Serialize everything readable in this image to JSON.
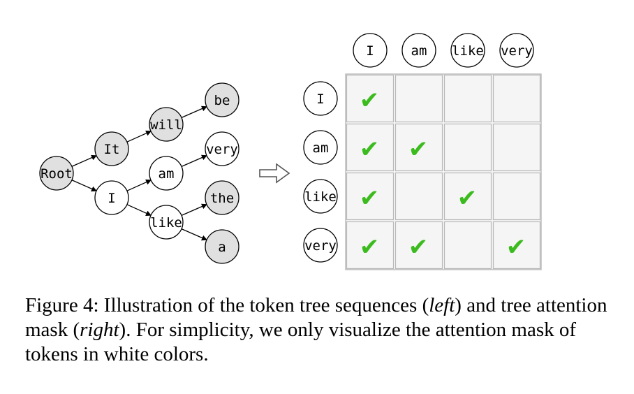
{
  "tree": {
    "nodes": [
      {
        "id": "root",
        "label": "Root",
        "gray": true
      },
      {
        "id": "it",
        "label": "It",
        "gray": true
      },
      {
        "id": "i",
        "label": "I",
        "gray": false
      },
      {
        "id": "will",
        "label": "will",
        "gray": true
      },
      {
        "id": "am",
        "label": "am",
        "gray": false
      },
      {
        "id": "like",
        "label": "like",
        "gray": false
      },
      {
        "id": "be",
        "label": "be",
        "gray": true
      },
      {
        "id": "very",
        "label": "very",
        "gray": false
      },
      {
        "id": "the",
        "label": "the",
        "gray": true
      },
      {
        "id": "a",
        "label": "a",
        "gray": true
      }
    ],
    "edges": [
      [
        "root",
        "it"
      ],
      [
        "root",
        "i"
      ],
      [
        "it",
        "will"
      ],
      [
        "will",
        "be"
      ],
      [
        "i",
        "am"
      ],
      [
        "i",
        "like"
      ],
      [
        "am",
        "very"
      ],
      [
        "like",
        "the"
      ],
      [
        "like",
        "a"
      ]
    ]
  },
  "mask": {
    "columns": [
      "I",
      "am",
      "like",
      "very"
    ],
    "rows": [
      "I",
      "am",
      "like",
      "very"
    ],
    "checks": [
      [
        1,
        0,
        0,
        0
      ],
      [
        1,
        1,
        0,
        0
      ],
      [
        1,
        0,
        1,
        0
      ],
      [
        1,
        1,
        0,
        1
      ]
    ],
    "check_glyph": "✔"
  },
  "caption": {
    "label": "Figure 4:",
    "p1": "Illustration of the token tree sequences (",
    "left": "left",
    "p2": ") and tree attention mask (",
    "right": "right",
    "p3": "). For simplicity, we only visualize the attention mask of tokens in white colors."
  },
  "colors": {
    "gray_node": "#e0e0e0",
    "white_node": "#ffffff",
    "grid_line": "#b8b8b8",
    "check": "#3cbb1e"
  }
}
